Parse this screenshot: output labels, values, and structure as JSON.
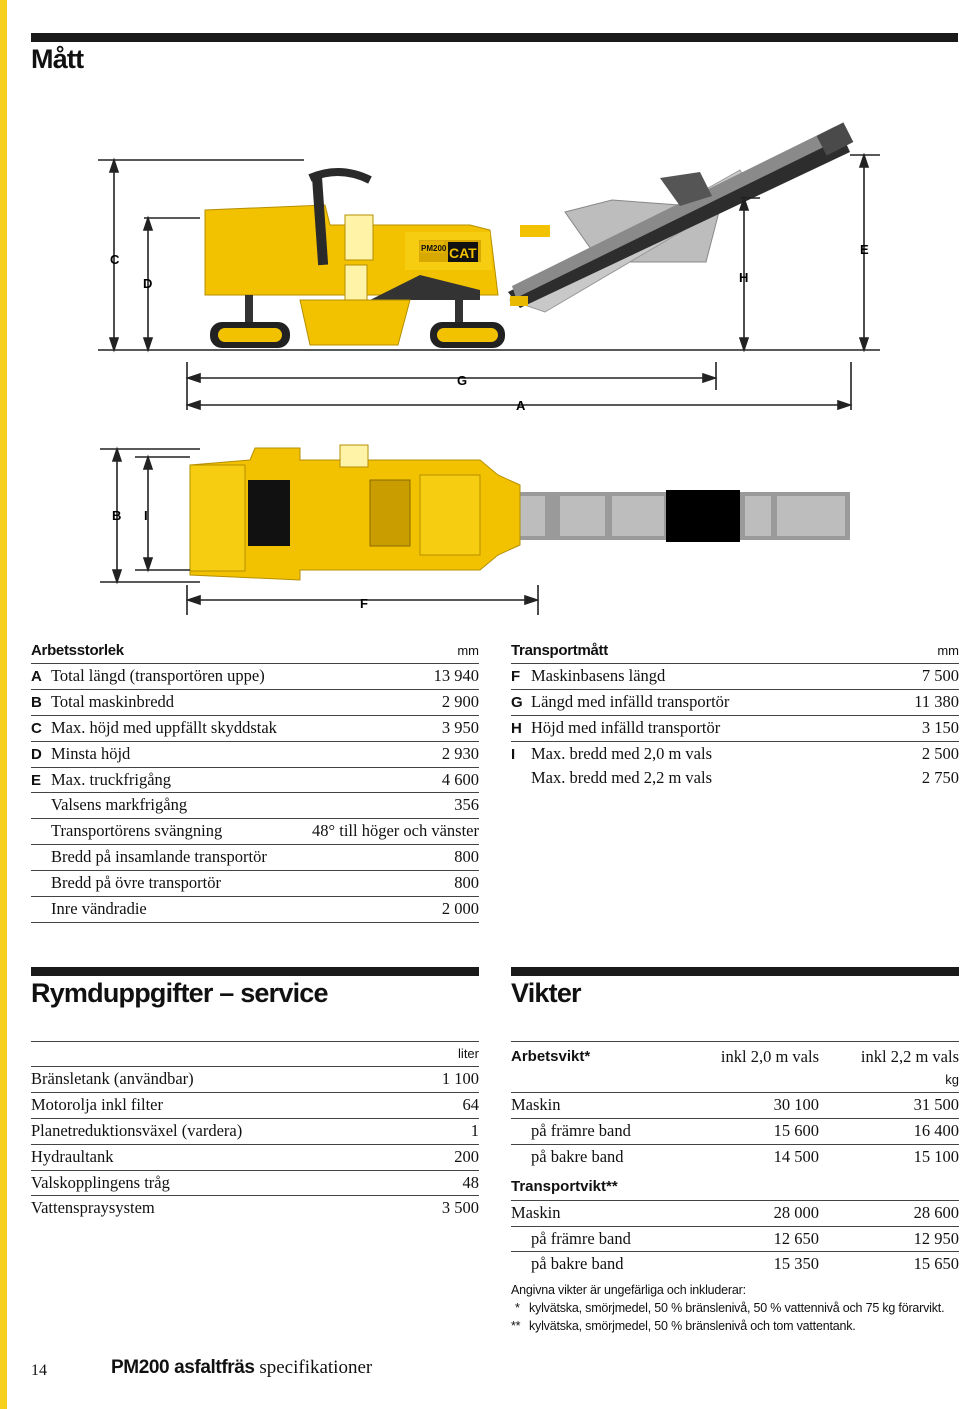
{
  "page": {
    "title": "Mått",
    "dim_letters": {
      "C": "C",
      "D": "D",
      "H": "H",
      "E": "E",
      "G": "G",
      "A": "A",
      "B": "B",
      "I": "I",
      "F": "F"
    },
    "machine_decal": {
      "model": "PM200",
      "brand": "CAT"
    }
  },
  "arbetsstorlek": {
    "title": "Arbetsstorlek",
    "unit": "mm",
    "rows": [
      {
        "key": "A",
        "label": "Total längd (transportören uppe)",
        "value": "13 940"
      },
      {
        "key": "B",
        "label": "Total maskinbredd",
        "value": "2 900"
      },
      {
        "key": "C",
        "label": "Max. höjd med uppfällt skyddstak",
        "value": "3 950"
      },
      {
        "key": "D",
        "label": "Minsta höjd",
        "value": "2 930"
      },
      {
        "key": "E",
        "label": "Max. truckfrigång",
        "value": "4 600"
      },
      {
        "key": "",
        "label": "Valsens markfrigång",
        "value": "356"
      },
      {
        "key": "",
        "label": "Transportörens svängning",
        "value": "48° till höger och vänster"
      },
      {
        "key": "",
        "label": "Bredd på insamlande transportör",
        "value": "800"
      },
      {
        "key": "",
        "label": "Bredd på övre transportör",
        "value": "800"
      },
      {
        "key": "",
        "label": "Inre vändradie",
        "value": "2 000"
      }
    ]
  },
  "transportmatt": {
    "title": "Transportmått",
    "unit": "mm",
    "rows": [
      {
        "key": "F",
        "label": "Maskinbasens längd",
        "value": "7 500"
      },
      {
        "key": "G",
        "label": "Längd med infälld transportör",
        "value": "11 380"
      },
      {
        "key": "H",
        "label": "Höjd med infälld transportör",
        "value": "3 150"
      },
      {
        "key": "I",
        "label": "Max. bredd med 2,0 m vals",
        "value": "2 500"
      },
      {
        "key": "",
        "label": "Max. bredd med 2,2 m vals",
        "value": "2 750"
      }
    ]
  },
  "rymd": {
    "title": "Rymduppgifter – service",
    "unit": "liter",
    "rows": [
      {
        "label": "Bränsletank (användbar)",
        "value": "1 100"
      },
      {
        "label": "Motorolja inkl filter",
        "value": "64"
      },
      {
        "label": "Planetreduktionsväxel (vardera)",
        "value": "1"
      },
      {
        "label": "Hydraultank",
        "value": "200"
      },
      {
        "label": "Valskopplingens tråg",
        "value": "48"
      },
      {
        "label": "Vattenspraysystem",
        "value": "3 500"
      }
    ]
  },
  "vikter": {
    "title": "Vikter",
    "arbetsvikt_label": "Arbetsvikt*",
    "col1": "inkl 2,0 m vals",
    "col2": "inkl 2,2 m vals",
    "unit": "kg",
    "arbets_rows": [
      {
        "label": "Maskin",
        "v1": "30 100",
        "v2": "31 500",
        "indent": false
      },
      {
        "label": "på främre band",
        "v1": "15 600",
        "v2": "16 400",
        "indent": true
      },
      {
        "label": "på bakre band",
        "v1": "14 500",
        "v2": "15 100",
        "indent": true
      }
    ],
    "transport_label": "Transportvikt**",
    "transport_rows": [
      {
        "label": "Maskin",
        "v1": "28 000",
        "v2": "28 600",
        "indent": false
      },
      {
        "label": "på främre band",
        "v1": "12 650",
        "v2": "12 950",
        "indent": true
      },
      {
        "label": "på bakre band",
        "v1": "15 350",
        "v2": "15 650",
        "indent": true
      }
    ],
    "notes": {
      "intro": "Angivna vikter är ungefärliga och inkluderar:",
      "n1_mark": "*",
      "n1": "kylvätska, smörjmedel, 50 % bränslenivå, 50 % vattennivå och 75 kg förarvikt.",
      "n2_mark": "**",
      "n2": "kylvätska, smörjmedel, 50 % bränslenivå och tom vattentank."
    }
  },
  "footer": {
    "page_number": "14",
    "product": "PM200 asfaltfräs",
    "suffix": "specifikationer"
  }
}
